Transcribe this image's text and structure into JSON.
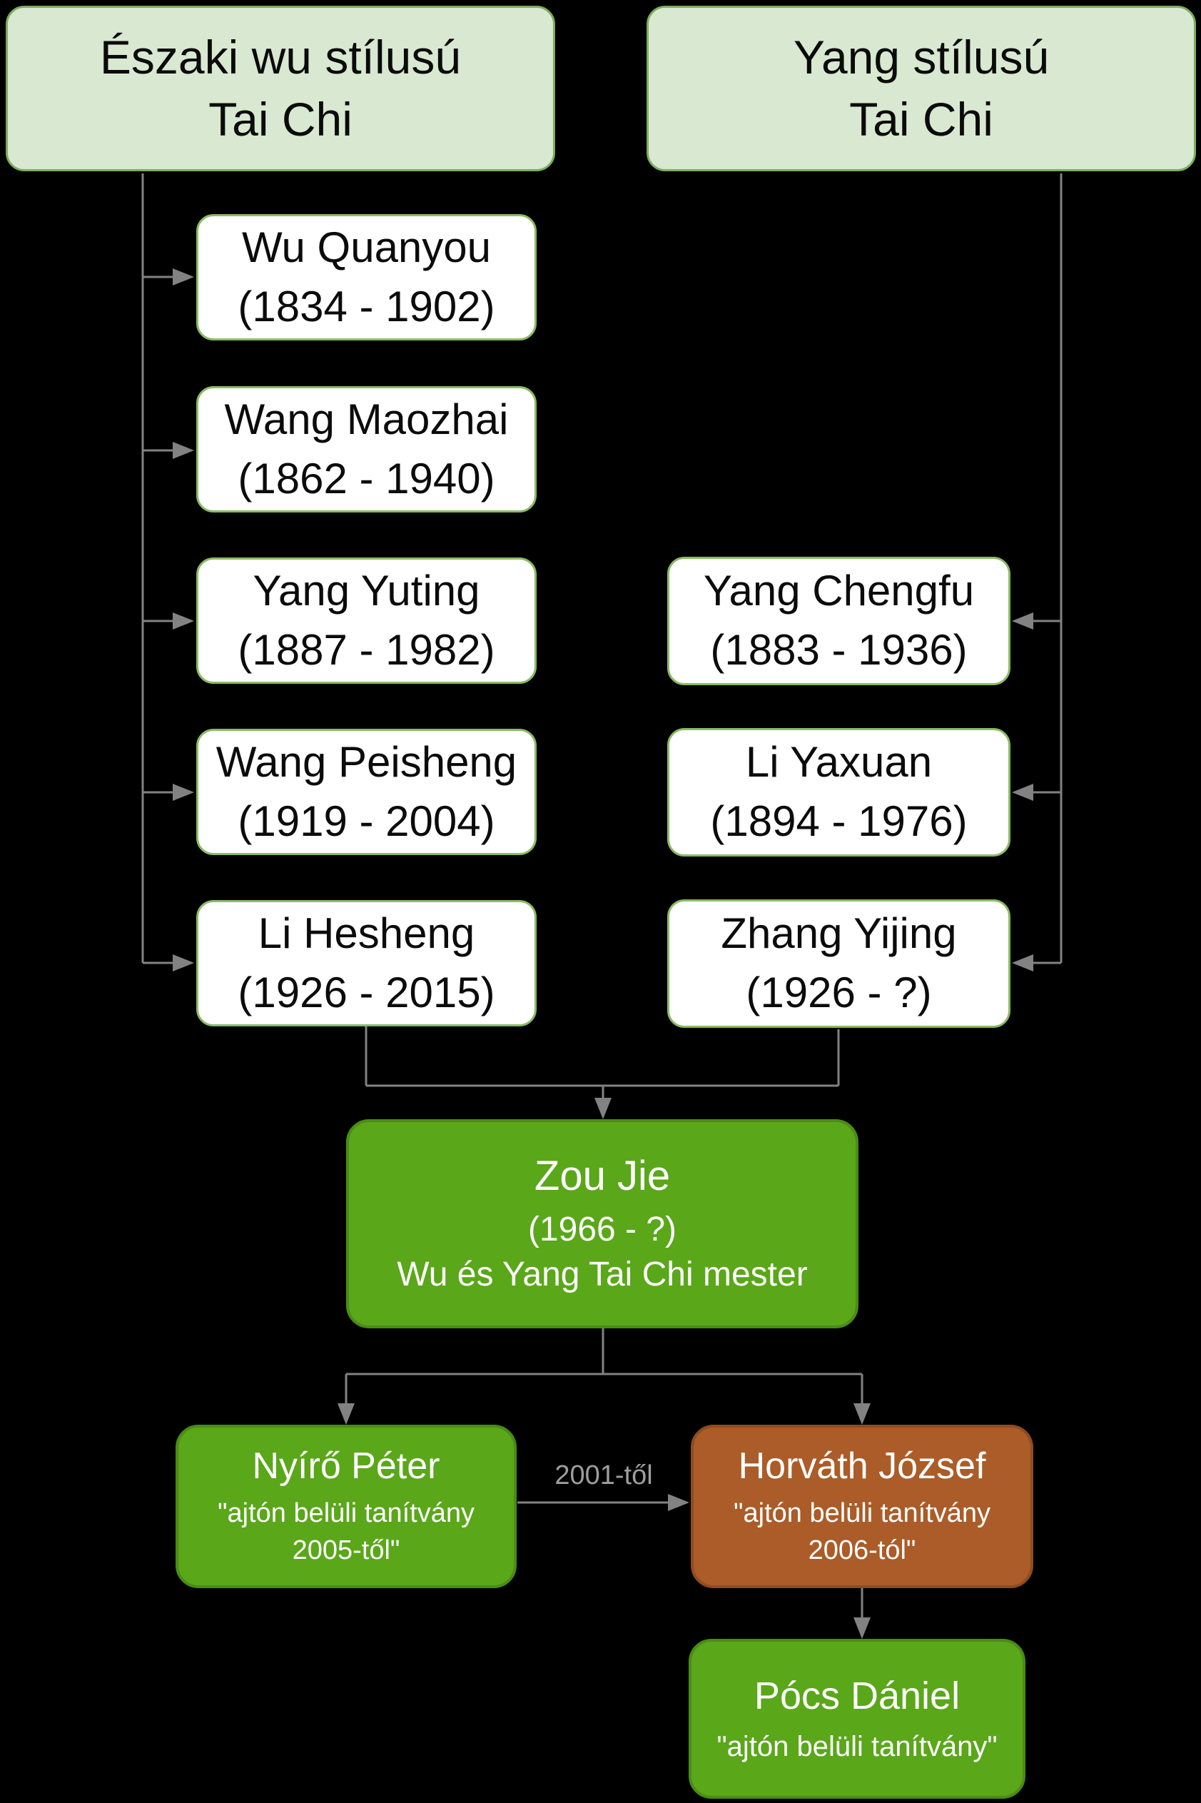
{
  "diagram": {
    "title_implicit": "Tai Chi lineage chart",
    "colors": {
      "background": "#000000",
      "header_fill": "#d9e8d1",
      "header_border": "#7cae5d",
      "white_fill": "#ffffff",
      "white_border": "#8abc62",
      "green_fill": "#5aa71a",
      "green_border": "#4a8c15",
      "brown_fill": "#ab5c28",
      "brown_border": "#8f4c1f",
      "connector": "#828282",
      "edge_label_color": "#9e9e9e"
    },
    "headers": {
      "left": {
        "line1": "Északi wu stílusú",
        "line2": "Tai Chi"
      },
      "right": {
        "line1": "Yang stílusú",
        "line2": "Tai Chi"
      }
    },
    "wu_lineage": [
      {
        "name": "Wu Quanyou",
        "years": "(1834 - 1902)"
      },
      {
        "name": "Wang Maozhai",
        "years": "(1862 - 1940)"
      },
      {
        "name": "Yang Yuting",
        "years": "(1887 - 1982)"
      },
      {
        "name": "Wang Peisheng",
        "years": "(1919 - 2004)"
      },
      {
        "name": "Li Hesheng",
        "years": "(1926 - 2015)"
      }
    ],
    "yang_lineage": [
      {
        "name": "Yang Chengfu",
        "years": "(1883 - 1936)"
      },
      {
        "name": "Li Yaxuan",
        "years": "(1894 - 1976)"
      },
      {
        "name": "Zhang Yijing",
        "years": "(1926 - ?)"
      }
    ],
    "zou_jie": {
      "name": "Zou Jie",
      "years": "(1966 - ?)",
      "title": "Wu és Yang Tai Chi mester"
    },
    "students": [
      {
        "name": "Nyírő Péter",
        "note_line1": "\"ajtón belüli tanítvány",
        "note_line2": "2005-től\""
      },
      {
        "name": "Horváth József",
        "note_line1": "\"ajtón belüli tanítvány",
        "note_line2": "2006-tól\""
      }
    ],
    "pocs": {
      "name": "Pócs Dániel",
      "note": "\"ajtón belüli tanítvány\""
    },
    "edge_label": "2001-től"
  }
}
